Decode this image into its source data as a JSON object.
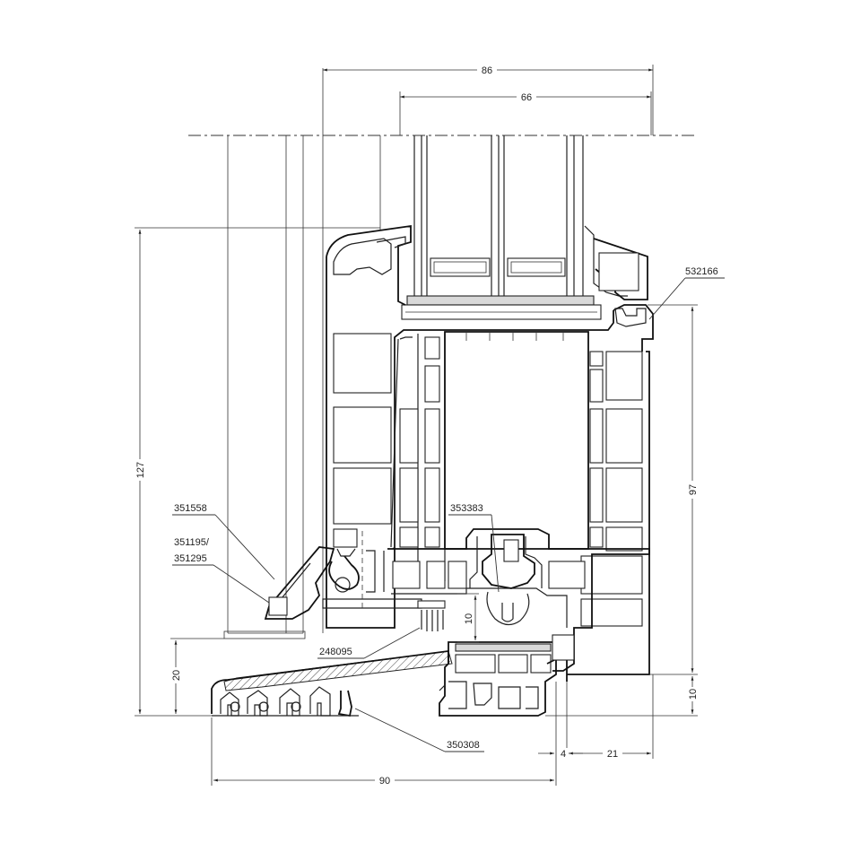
{
  "dimensions": {
    "overall_top": "86",
    "inner_top": "66",
    "left_height": "127",
    "right_height": "97",
    "sill_height": "20",
    "bottom_small": "10",
    "inner_small": "10",
    "bottom_width": "90",
    "bottom_gap": "4",
    "bottom_right": "21"
  },
  "parts": {
    "p532166": "532166",
    "p351558": "351558",
    "p351195": "351195/",
    "p351295": "351295",
    "p353383": "353383",
    "p248095": "248095",
    "p350308": "350308"
  }
}
